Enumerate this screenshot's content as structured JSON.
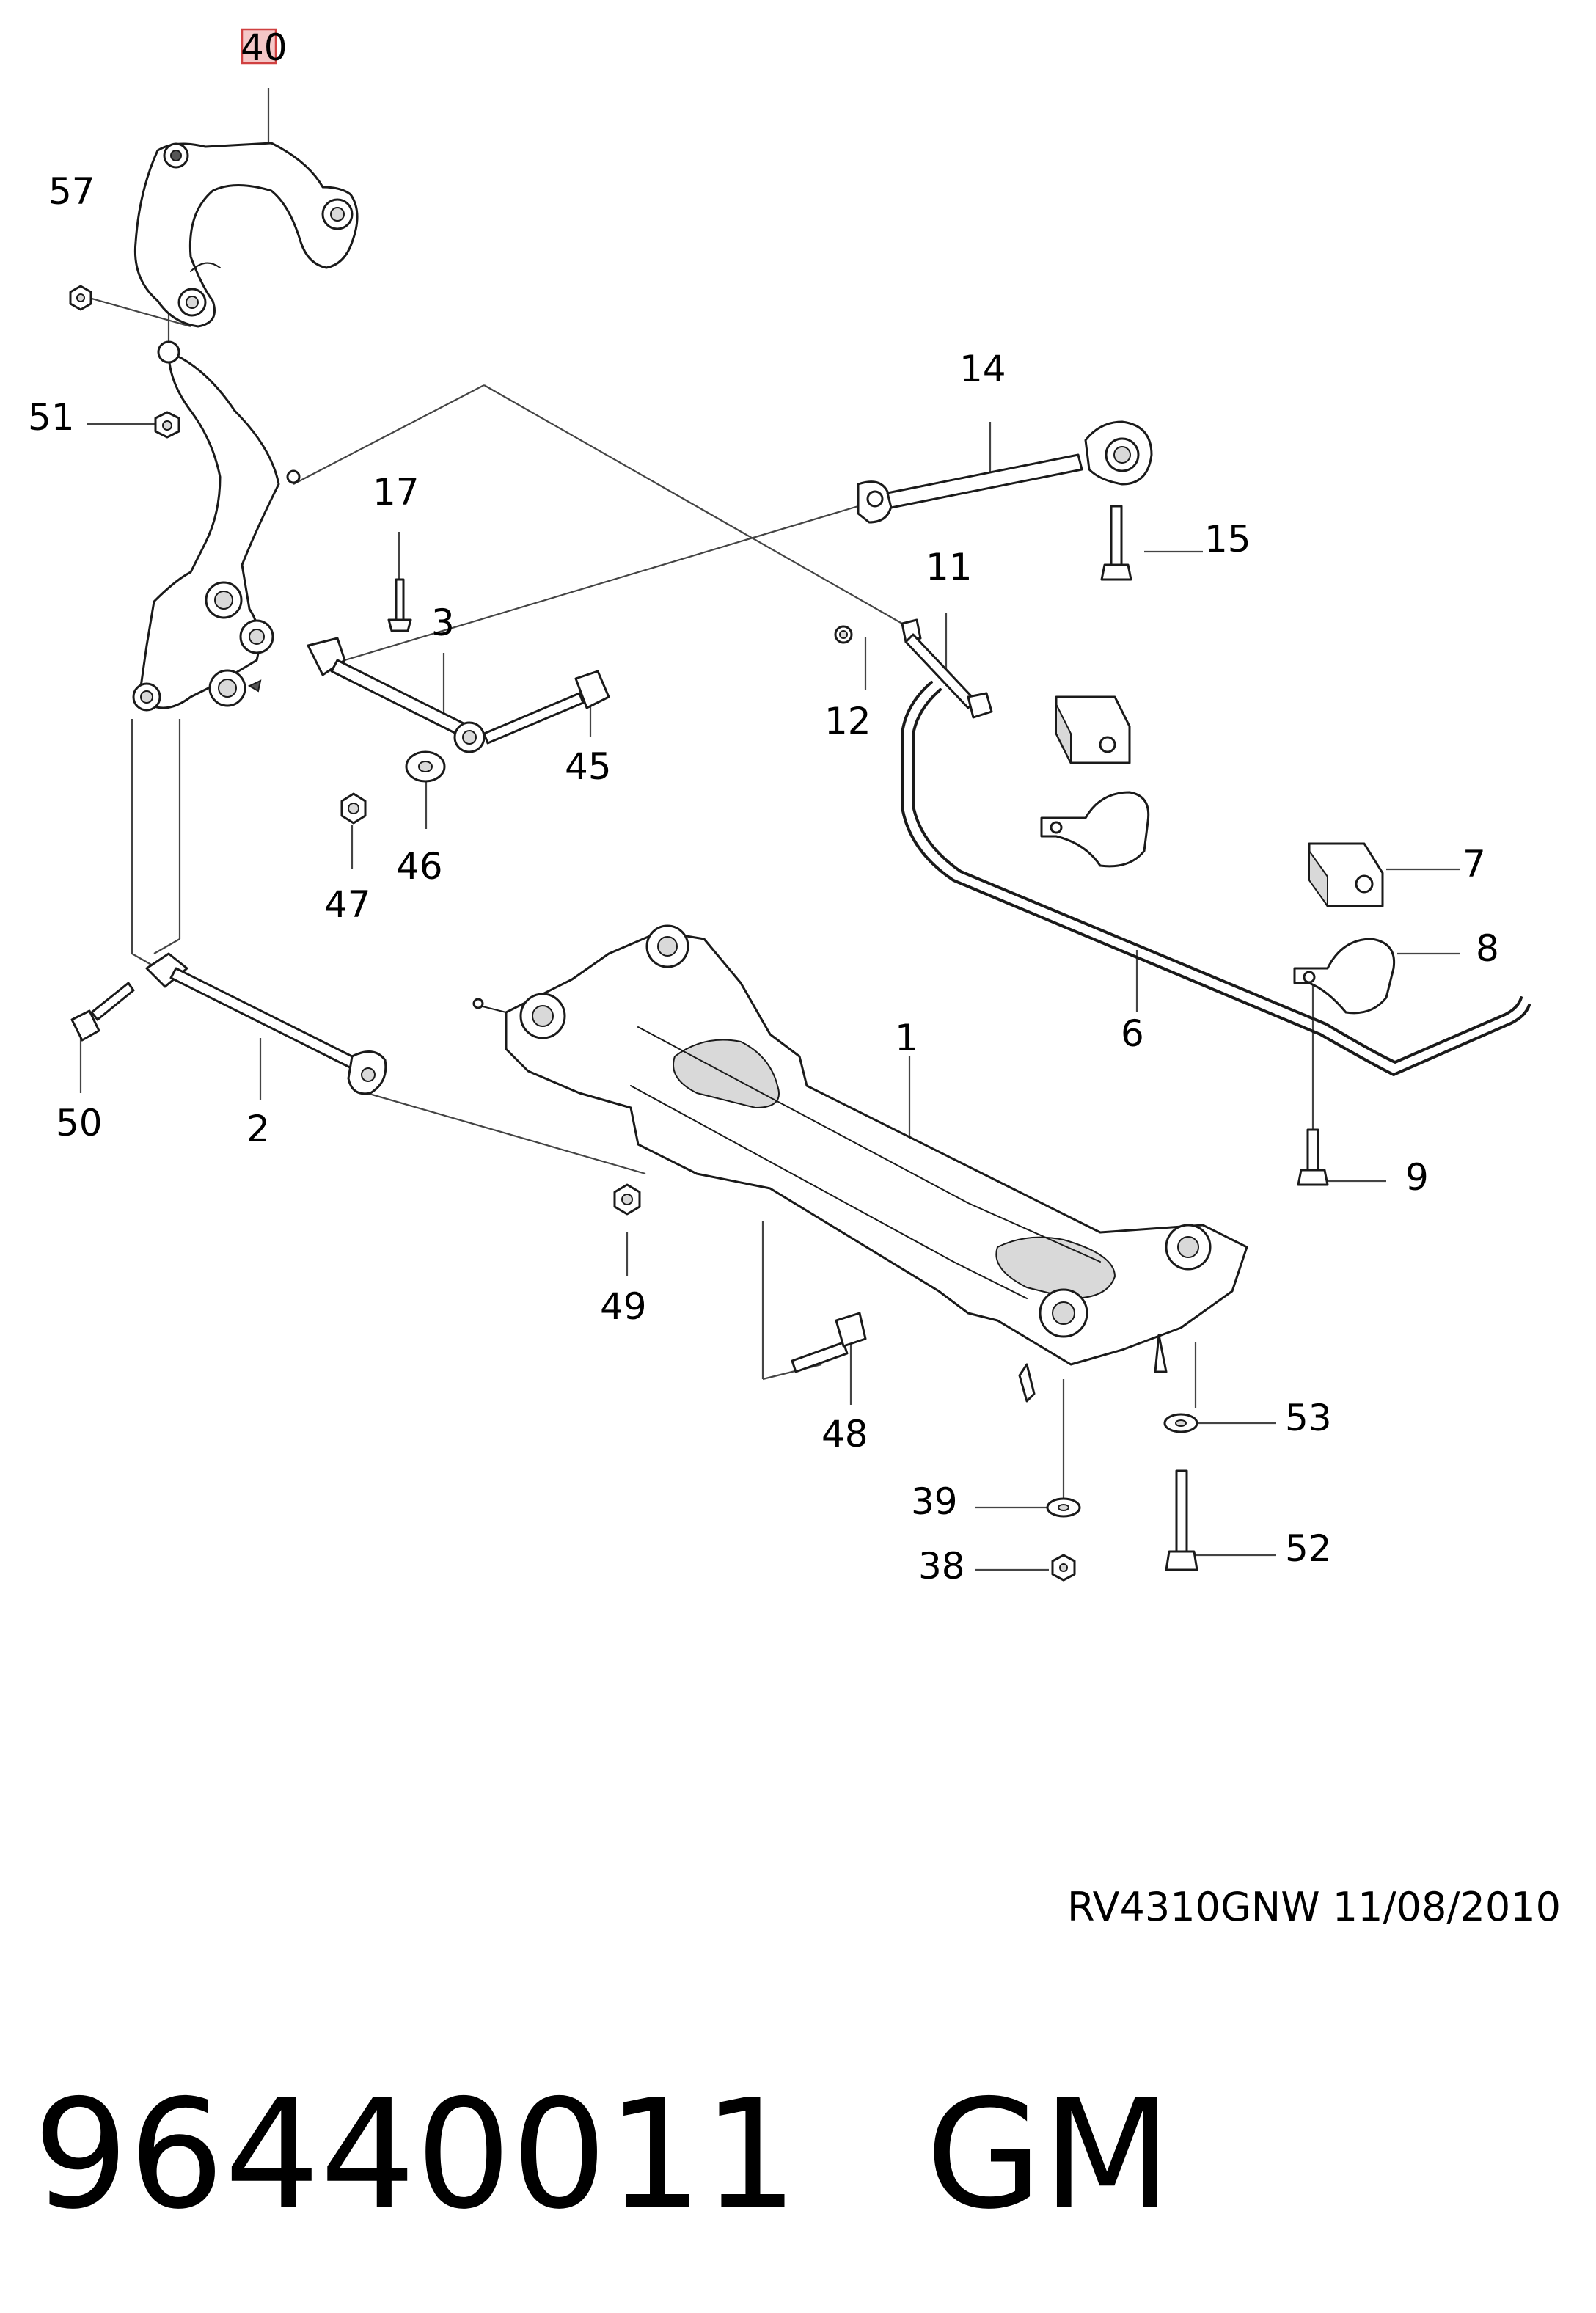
{
  "callouts": {
    "c40": "40",
    "c57": "57",
    "c51": "51",
    "c14": "14",
    "c15": "15",
    "c17": "17",
    "c3": "3",
    "c11": "11",
    "c12": "12",
    "c45": "45",
    "c46": "46",
    "c47": "47",
    "c7": "7",
    "c8": "8",
    "c6": "6",
    "c1": "1",
    "c50": "50",
    "c2": "2",
    "c9": "9",
    "c49": "49",
    "c48": "48",
    "c53": "53",
    "c39": "39",
    "c52": "52",
    "c38": "38"
  },
  "highlighted_callout": "40",
  "highlight_color": "#d04040",
  "drawing_code": "RV4310GNW  11/08/2010",
  "part_number": "96440011",
  "brand": "GM"
}
